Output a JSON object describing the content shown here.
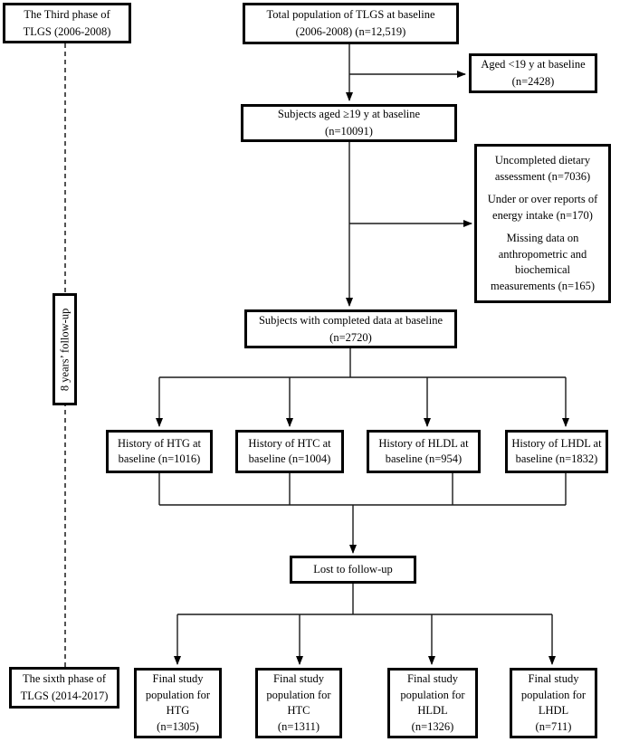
{
  "colors": {
    "ink": "#000000",
    "paper": "#ffffff"
  },
  "left_column": {
    "phase3_lines": [
      "The Third phase of",
      "TLGS (2006-2008)"
    ],
    "followup_label": "8 years’ follow-up",
    "phase6_lines": [
      "The sixth phase of",
      "TLGS (2014-2017)"
    ]
  },
  "flow": {
    "total_lines": [
      "Total population of TLGS at baseline",
      "(2006-2008) (n=12,519)"
    ],
    "aged_under19_lines": [
      "Aged <19 y at baseline",
      "(n=2428)"
    ],
    "aged_19plus_lines": [
      "Subjects aged ≥19 y at baseline",
      "(n=10091)"
    ],
    "exclusion_paragraphs": [
      [
        "Uncompleted dietary",
        "assessment (n=7036)"
      ],
      [
        "Under or over reports of",
        "energy intake (n=170)"
      ],
      [
        "Missing data on",
        "anthropometric and",
        "biochemical",
        "measurements (n=165)"
      ]
    ],
    "completed_lines": [
      "Subjects with completed data at baseline",
      "(n=2720)"
    ],
    "history_boxes": [
      {
        "lines": [
          "History of HTG at",
          "baseline (n=1016)"
        ]
      },
      {
        "lines": [
          "History of HTC at",
          "baseline (n=1004)"
        ]
      },
      {
        "lines": [
          "History of HLDL at",
          "baseline (n=954)"
        ]
      },
      {
        "lines": [
          "History of LHDL at",
          "baseline (n=1832)"
        ]
      }
    ],
    "lost_label": "Lost to follow-up",
    "final_boxes": [
      {
        "lines": [
          "Final study",
          "population for",
          "HTG",
          "(n=1305)"
        ]
      },
      {
        "lines": [
          "Final study",
          "population for",
          "HTC",
          "(n=1311)"
        ]
      },
      {
        "lines": [
          "Final study",
          "population for",
          "HLDL",
          "(n=1326)"
        ]
      },
      {
        "lines": [
          "Final study",
          "population for",
          "LHDL",
          "(n=711)"
        ]
      }
    ]
  }
}
